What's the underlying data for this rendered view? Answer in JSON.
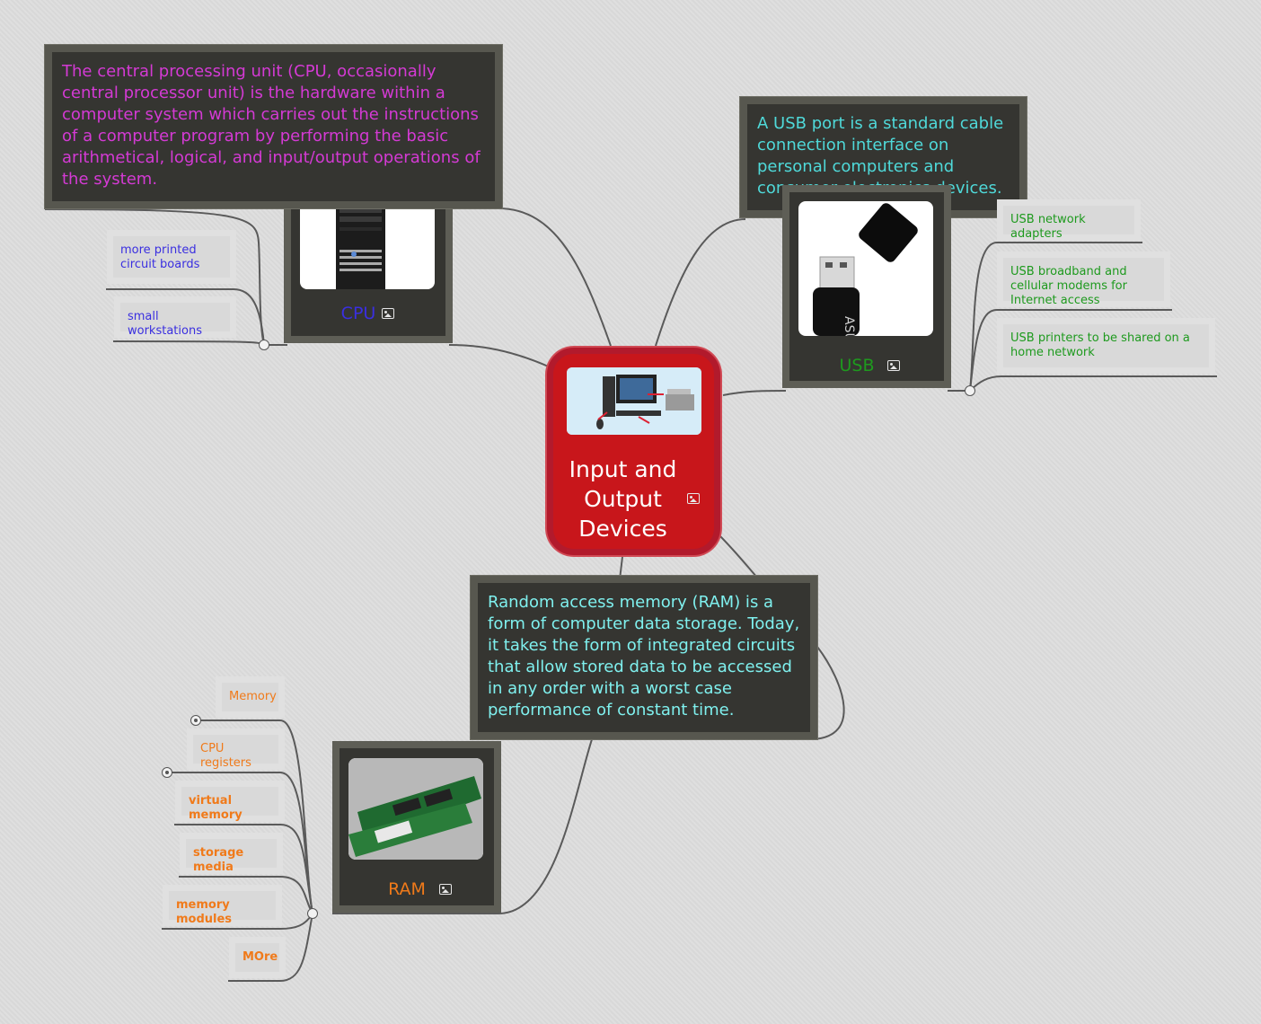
{
  "center": {
    "title": "Input and Output Devices",
    "colors": {
      "fill": "#c8161b",
      "border": "#b21a2c"
    }
  },
  "cpu": {
    "label": "CPU",
    "note": "The central processing unit (CPU, occasionally central processor unit) is the hardware within a computer system which carries out the instructions of a computer program by performing the basic arithmetical, logical, and input/output operations of the system.",
    "color": "#3a2fe0",
    "note_color": "#d43ad4",
    "leaves": [
      "more printed circuit boards",
      "small workstations"
    ]
  },
  "usb": {
    "label": "USB",
    "note": "A USB port is a standard cable connection interface on personal computers and consumer electronics devices.",
    "color": "#1e9a1e",
    "note_color": "#4fd9d9",
    "leaves": [
      "USB network adapters",
      "USB broadband and cellular modems for Internet access",
      "USB printers to be shared on a home network"
    ]
  },
  "ram": {
    "label": "RAM",
    "note": "Random access memory (RAM) is a form of computer data storage. Today, it takes the form of integrated circuits that allow stored data to be accessed in any order with a worst case performance of constant time.",
    "color": "#f07a1a",
    "note_color": "#7ff0ee",
    "leaves": [
      "Memory",
      "CPU registers",
      "virtual memory",
      "storage media",
      "memory modules",
      "MOre"
    ]
  },
  "icons": [
    "image-icon",
    "collapse-knob-icon"
  ]
}
